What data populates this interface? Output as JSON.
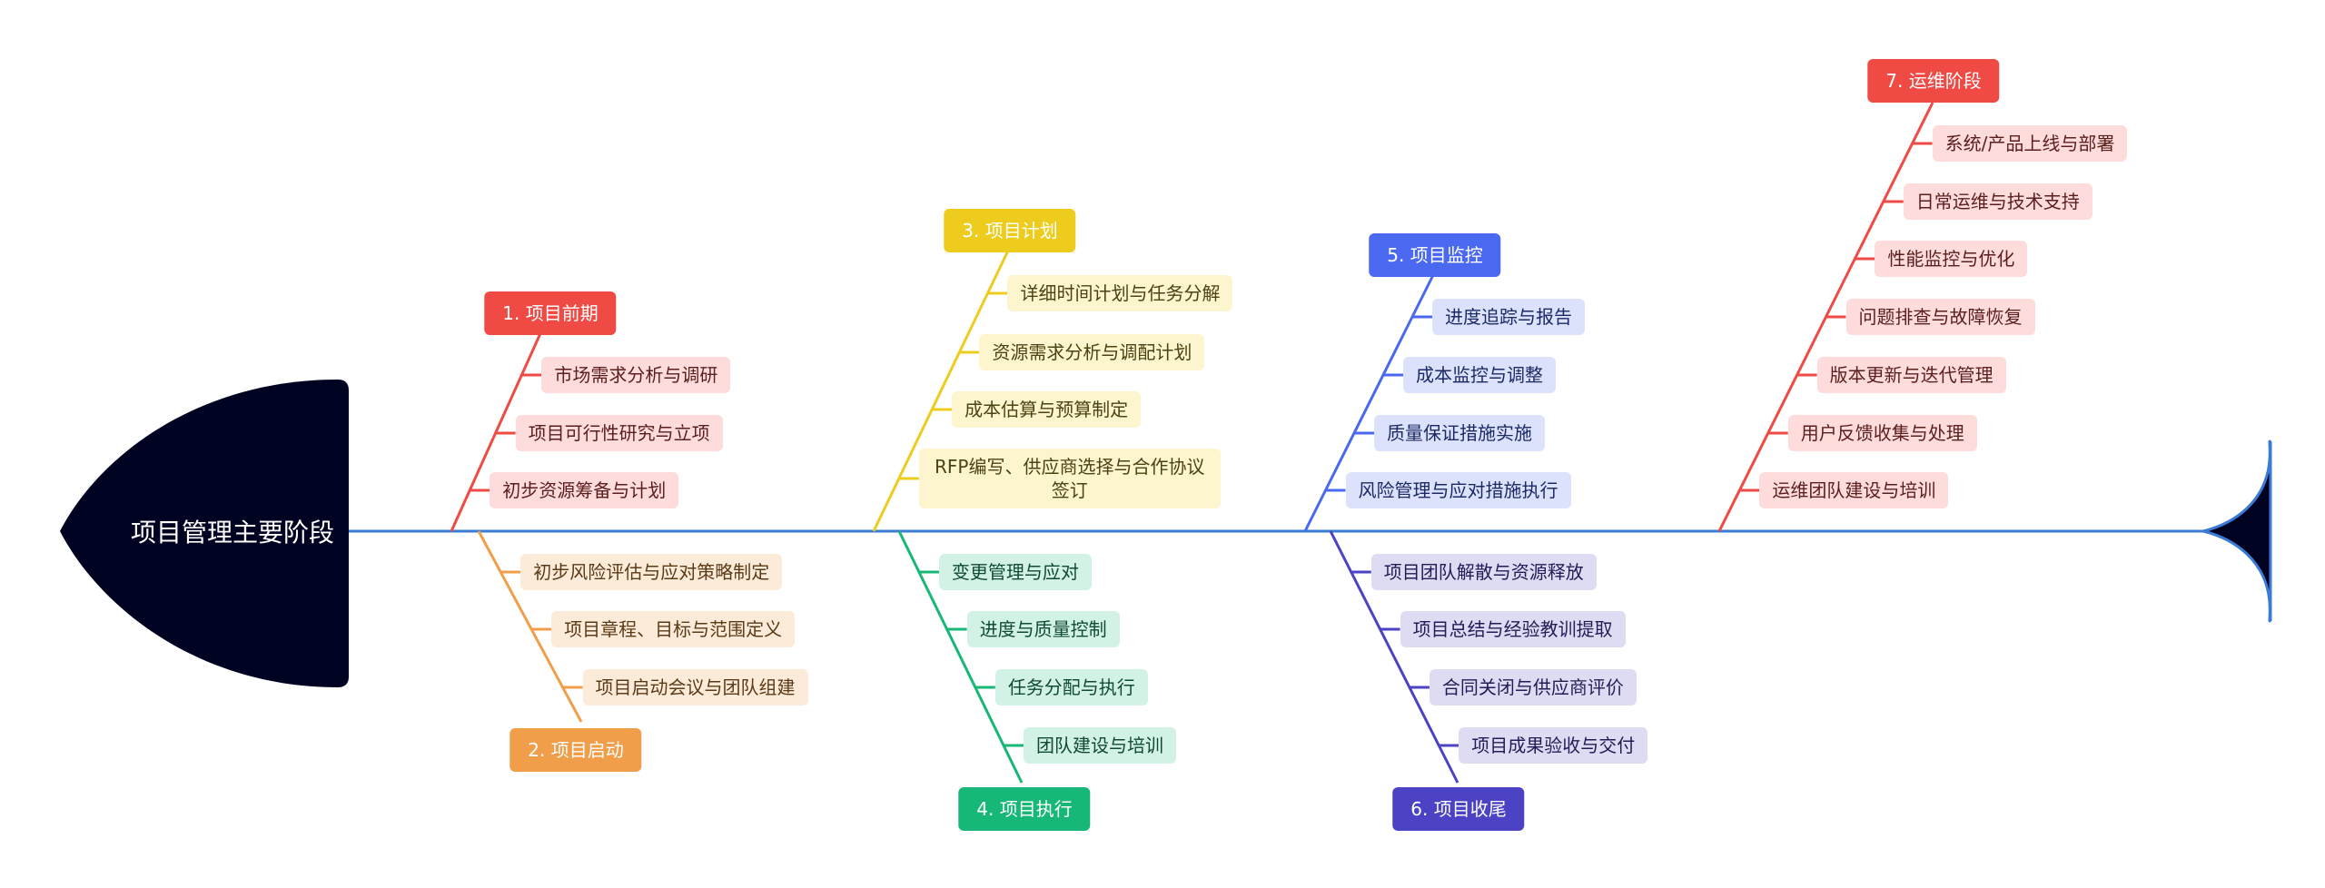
{
  "head": {
    "title": "项目管理主要阶段",
    "fill": "#000222"
  },
  "spine_color": "#3A7BD5",
  "branches": [
    {
      "label": "1. 项目前期",
      "color": "#F04A45",
      "leaf_bg": "#FDDCDB",
      "leaf_text": "#5A1E1C",
      "items": [
        "市场需求分析与调研",
        "项目可行性研究与立项",
        "初步资源筹备与计划"
      ]
    },
    {
      "label": "2. 项目启动",
      "color": "#F19E4B",
      "leaf_bg": "#FDEBDA",
      "leaf_text": "#5B3A16",
      "items": [
        "初步风险评估与应对策略制定",
        "项目章程、目标与范围定义",
        "项目启动会议与团队组建"
      ]
    },
    {
      "label": "3. 项目计划",
      "color": "#EDCC1E",
      "leaf_bg": "#FCF5CE",
      "leaf_text": "#4D4212",
      "items": [
        "详细时间计划与任务分解",
        "资源需求分析与调配计划",
        "成本估算与预算制定",
        "RFP编写、供应商选择与合作协议签订"
      ]
    },
    {
      "label": "4. 项目执行",
      "color": "#17B877",
      "leaf_bg": "#D3F2E6",
      "leaf_text": "#0F4B33",
      "items": [
        "变更管理与应对",
        "进度与质量控制",
        "任务分配与执行",
        "团队建设与培训"
      ]
    },
    {
      "label": "5. 项目监控",
      "color": "#4A68F0",
      "leaf_bg": "#DCE2FB",
      "leaf_text": "#1B2A66",
      "items": [
        "进度追踪与报告",
        "成本监控与调整",
        "质量保证措施实施",
        "风险管理与应对措施执行"
      ]
    },
    {
      "label": "6. 项目收尾",
      "color": "#4B43C4",
      "leaf_bg": "#DEDCF3",
      "leaf_text": "#221D57",
      "items": [
        "项目团队解散与资源释放",
        "项目总结与经验教训提取",
        "合同关闭与供应商评价",
        "项目成果验收与交付"
      ]
    },
    {
      "label": "7. 运维阶段",
      "color": "#F04A45",
      "leaf_bg": "#FDDCDB",
      "leaf_text": "#5A1E1C",
      "items": [
        "系统/产品上线与部署",
        "日常运维与技术支持",
        "性能监控与优化",
        "问题排查与故障恢复",
        "版本更新与迭代管理",
        "用户反馈收集与处理",
        "运维团队建设与培训"
      ]
    }
  ]
}
